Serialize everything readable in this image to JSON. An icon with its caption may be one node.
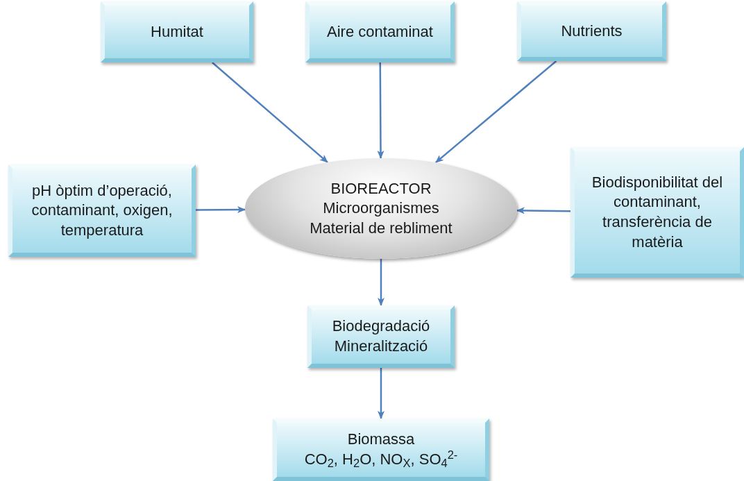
{
  "diagram": {
    "nodes": [
      {
        "text": [
          "Humitat"
        ]
      },
      {
        "text": [
          "Aire contaminat"
        ]
      },
      {
        "text": [
          "Nutrients"
        ]
      },
      {
        "text": [
          "BIOREACTOR",
          "Microorganismes",
          "Material de rebliment"
        ]
      },
      {
        "text": [
          "pH òptim d’operació, contaminant, oxigen, temperatura"
        ]
      },
      {
        "text": [
          "Biodisponibilitat del contaminant, transferència de matèria"
        ]
      },
      {
        "text": [
          "Biodegradació",
          "Mineralització"
        ]
      },
      {
        "text": [
          "Biomassa",
          "CO$_{2}$, H$_{2}$O, NO$_{X}$, SO$_{4}$$^{2-}$"
        ]
      }
    ],
    "edges": [
      {
        "from": 0,
        "to": 3,
        "arrow": "to"
      },
      {
        "from": 1,
        "to": 3,
        "arrow": "to"
      },
      {
        "from": 2,
        "to": 3,
        "arrow": "to"
      },
      {
        "from": 4,
        "to": 3,
        "arrow": "to"
      },
      {
        "from": 5,
        "to": 3,
        "arrow": "to"
      },
      {
        "from": 3,
        "to": 6,
        "arrow": "to"
      },
      {
        "from": 6,
        "to": 7,
        "arrow": "to"
      }
    ]
  }
}
